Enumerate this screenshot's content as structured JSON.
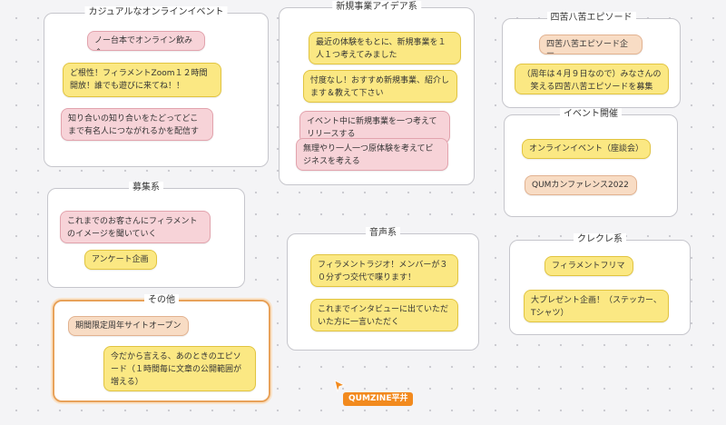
{
  "groups": {
    "casual": {
      "title": "カジュアルなオンラインイベント",
      "notes": [
        "ノー台本でオンライン飲み会",
        "ど根性！フィラメントZoom１２時間開放！誰でも遊びに来てね！！",
        "知り合いの知り合いをたどってどこまで有名人につながれるかを配信する"
      ]
    },
    "newbiz": {
      "title": "新規事業アイデア系",
      "notes": [
        "最近の体験をもとに、新規事業を１人１つ考えてみました",
        "忖度なし！おすすめ新規事業、紹介します＆教えて下さい",
        "イベント中に新規事業を一つ考えてリリースする",
        "無理やり一人一つ原体験を考えてビジネスを考える"
      ]
    },
    "shiku": {
      "title": "四苦八苦エピソード",
      "notes": [
        "四苦八苦エピソード企画",
        "（周年は４月９日なので）みなさんの笑える四苦八苦エピソードを募集"
      ]
    },
    "event": {
      "title": "イベント開催",
      "notes": [
        "オンラインイベント（座談会）",
        "QUMカンファレンス2022"
      ]
    },
    "boshu": {
      "title": "募集系",
      "notes": [
        "これまでのお客さんにフィラメントのイメージを聞いていく",
        "アンケート企画"
      ]
    },
    "audio": {
      "title": "音声系",
      "notes": [
        "フィラメントラジオ！メンバーが３０分ずつ交代で喋ります！",
        "これまでインタビューに出ていただいた方に一言いただく"
      ]
    },
    "kurekure": {
      "title": "クレクレ系",
      "notes": [
        "フィラメントフリマ",
        "大プレゼント企画！（ステッカー、Tシャツ）"
      ]
    },
    "other": {
      "title": "その他",
      "notes": [
        "期間限定周年サイトオープン",
        "今だから言える、あのときのエピソード（１時間毎に文章の公開範囲が増える）"
      ]
    }
  },
  "cursor": {
    "user": "QUMZINE平井",
    "color": "#f28a1e"
  },
  "colors": {
    "pink": "#f7d3d8",
    "yellow": "#fbe883",
    "peach": "#f8dcc4",
    "selection": "#e8a25a"
  }
}
